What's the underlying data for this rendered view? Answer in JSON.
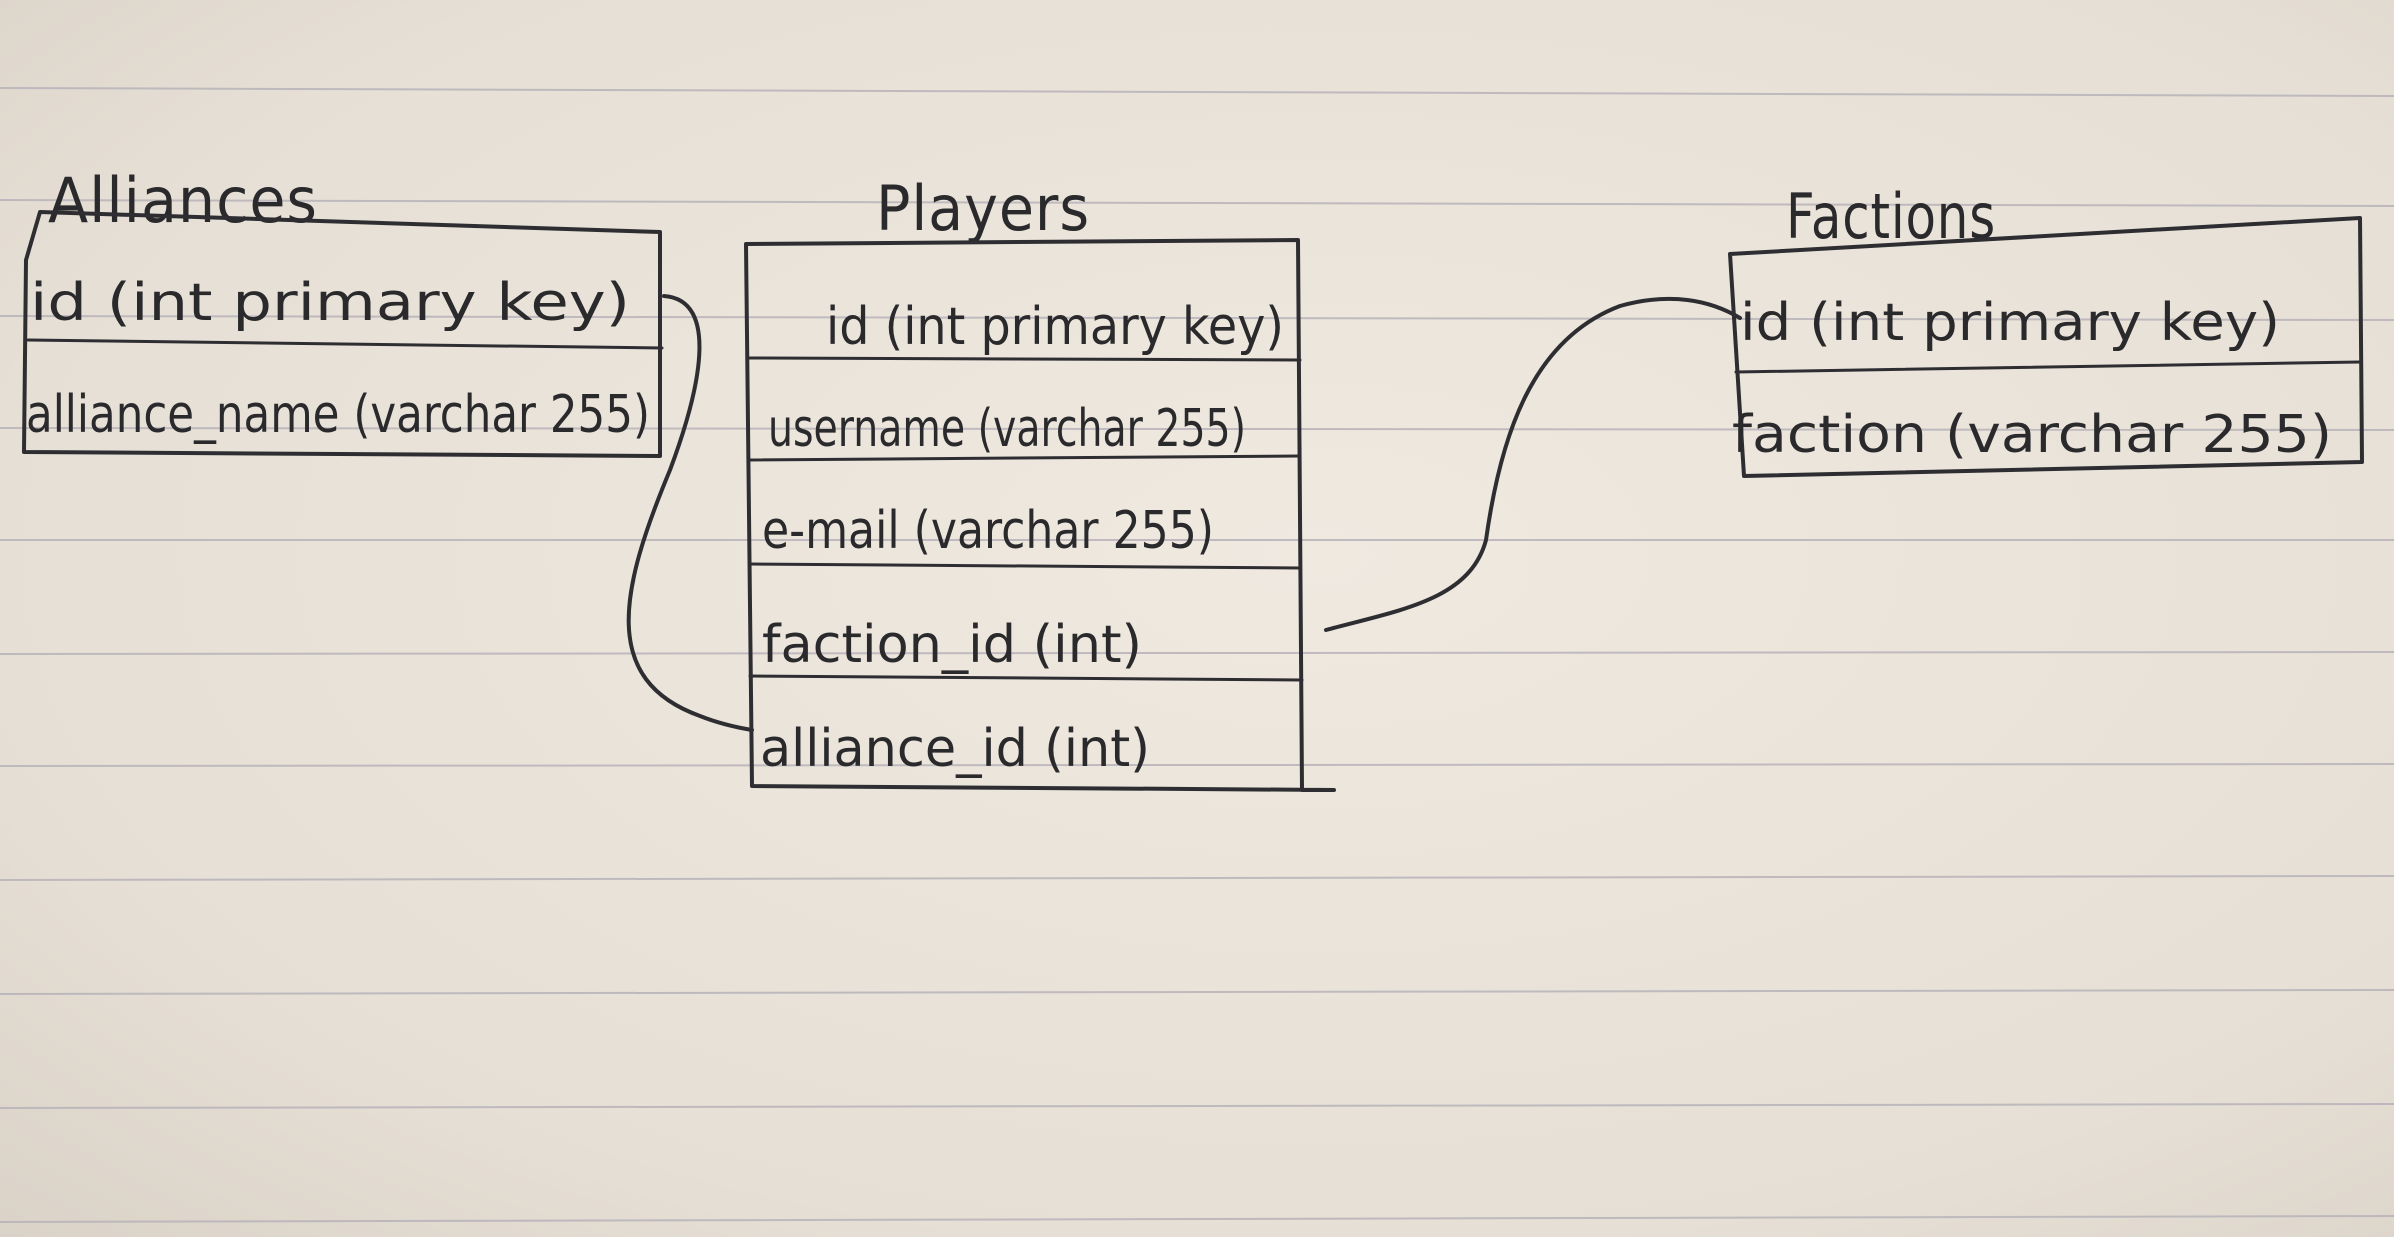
{
  "diagram": {
    "tables": [
      {
        "title": "Alliances",
        "fields": [
          "id (int primary key)",
          "alliance_name (varchar 255)"
        ]
      },
      {
        "title": "Players",
        "fields": [
          "id (int primary key)",
          "username (varchar 255)",
          "e-mail (varchar 255)",
          "faction_id (int)",
          "alliance_id (int)"
        ]
      },
      {
        "title": "Factions",
        "fields": [
          "id (int primary key)",
          "faction (varchar 255)"
        ]
      }
    ],
    "relations": [
      {
        "from": "Alliances.id",
        "to": "Players.alliance_id"
      },
      {
        "from": "Factions.id",
        "to": "Players.faction_id"
      }
    ]
  },
  "colors": {
    "paper": "#e9e3da",
    "rule_line": "#b4b0b8",
    "ink": "#2e2e32"
  }
}
